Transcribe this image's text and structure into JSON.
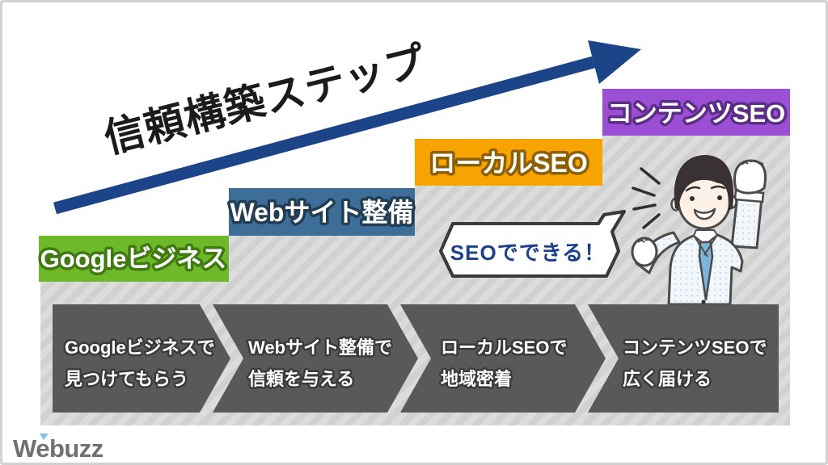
{
  "title": "信頼構築ステップ",
  "title_color": "#1b1b1b",
  "arrow": {
    "color": "#1c4489"
  },
  "steps": [
    {
      "label": "Googleビジネス",
      "color": "#6db929",
      "outline": "#3e7a10"
    },
    {
      "label": "Webサイト整備",
      "color": "#3c6e98",
      "outline": "#203d54"
    },
    {
      "label": "ローカルSEO",
      "color": "#f7a300",
      "outline": "#8d5f00"
    },
    {
      "label": "コンテンツSEO",
      "color": "#9a4fd5",
      "outline": "#5c2d87"
    }
  ],
  "speech_bubble": {
    "text": "SEOでできる！",
    "text_color": "#1c3f8e",
    "border_color": "#3a3a3a",
    "fill": "#ffffff"
  },
  "process_band": {
    "segment_color": "#595959",
    "text_color": "#ffffff",
    "text_outline": "#3a3a3a",
    "segments": [
      {
        "line1": "Googleビジネスで",
        "line2": "見つけてもらう"
      },
      {
        "line1": "Webサイト整備で",
        "line2": "信頼を与える"
      },
      {
        "line1": "ローカルSEOで",
        "line2": "地域密着"
      },
      {
        "line1": "コンテンツSEOで",
        "line2": "広く届ける"
      }
    ]
  },
  "background": {
    "canvas": "#ffffff",
    "frame_border": "#d2d2d2",
    "stripe_base": "#dcdcdc",
    "stripe_line": "#d1d1d1"
  },
  "character": {
    "description": "businessman-cheering-illustration",
    "suit_base": "#f2f7fb",
    "suit_dot": "#c5d9ea",
    "tie_color": "#7ab7da",
    "skin_color": "#fdf0e6",
    "hair_color": "#3a3133",
    "line_color": "#4a4a4a"
  },
  "logo": {
    "text": "Webuzz",
    "color": "#707070",
    "accent_color": "#7fc3ec"
  }
}
